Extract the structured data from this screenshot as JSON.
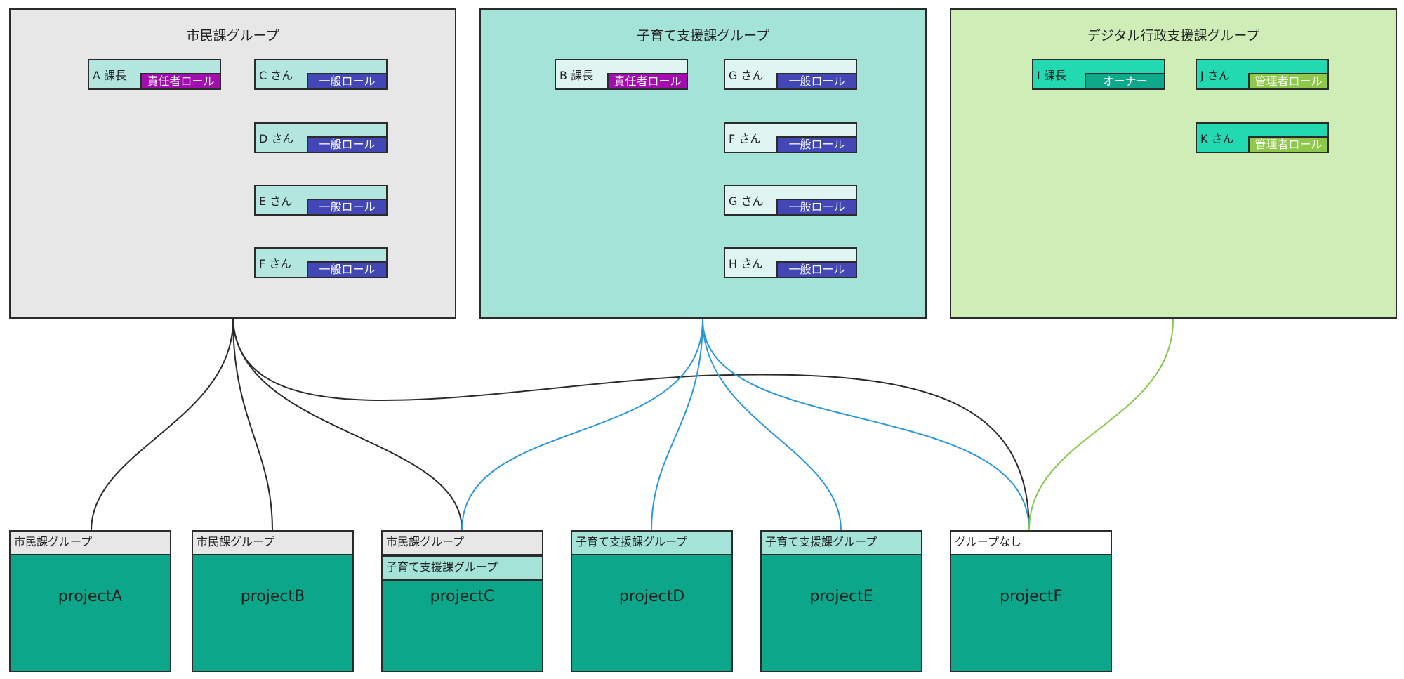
{
  "colors": {
    "citizen_bg": "#e7e7e7",
    "childcare_bg": "#a4e3d8",
    "digital_bg": "#cfedb6",
    "member_light": "#dff5f1",
    "member_citizen": "#b3e6de",
    "member_digital": "#22d9b2",
    "role_general": "#4347b5",
    "role_manager": "#a20ead",
    "role_owner": "#0ea98b",
    "role_admin": "#8ec84a",
    "project_bg": "#0ca68a",
    "tag_none": "#ffffff",
    "edge_citizen": "#2b2b2b",
    "edge_childcare": "#2d97dc",
    "edge_digital": "#86c84a"
  },
  "groups": {
    "citizen": {
      "title": "市民課グループ",
      "members": [
        {
          "name": "A 課長",
          "role": "責任者ロール"
        },
        {
          "name": "C さん",
          "role": "一般ロール"
        },
        {
          "name": "D さん",
          "role": "一般ロール"
        },
        {
          "name": "E さん",
          "role": "一般ロール"
        },
        {
          "name": "F さん",
          "role": "一般ロール"
        }
      ]
    },
    "childcare": {
      "title": "子育て支援課グループ",
      "members": [
        {
          "name": "B 課長",
          "role": "責任者ロール"
        },
        {
          "name": "G さん",
          "role": "一般ロール"
        },
        {
          "name": "F さん",
          "role": "一般ロール"
        },
        {
          "name": "G さん",
          "role": "一般ロール"
        },
        {
          "name": "H さん",
          "role": "一般ロール"
        }
      ]
    },
    "digital": {
      "title": "デジタル行政支援課グループ",
      "members": [
        {
          "name": "I 課長",
          "role": "オーナー"
        },
        {
          "name": "J さん",
          "role": "管理者ロール"
        },
        {
          "name": "K さん",
          "role": "管理者ロール"
        }
      ]
    }
  },
  "projects": [
    {
      "name": "projectA",
      "tags": [
        "市民課グループ"
      ]
    },
    {
      "name": "projectB",
      "tags": [
        "市民課グループ"
      ]
    },
    {
      "name": "projectC",
      "tags": [
        "市民課グループ",
        "子育て支援課グループ"
      ]
    },
    {
      "name": "projectD",
      "tags": [
        "子育て支援課グループ"
      ]
    },
    {
      "name": "projectE",
      "tags": [
        "子育て支援課グループ"
      ]
    },
    {
      "name": "projectF",
      "tags": [
        "グループなし"
      ]
    }
  ]
}
